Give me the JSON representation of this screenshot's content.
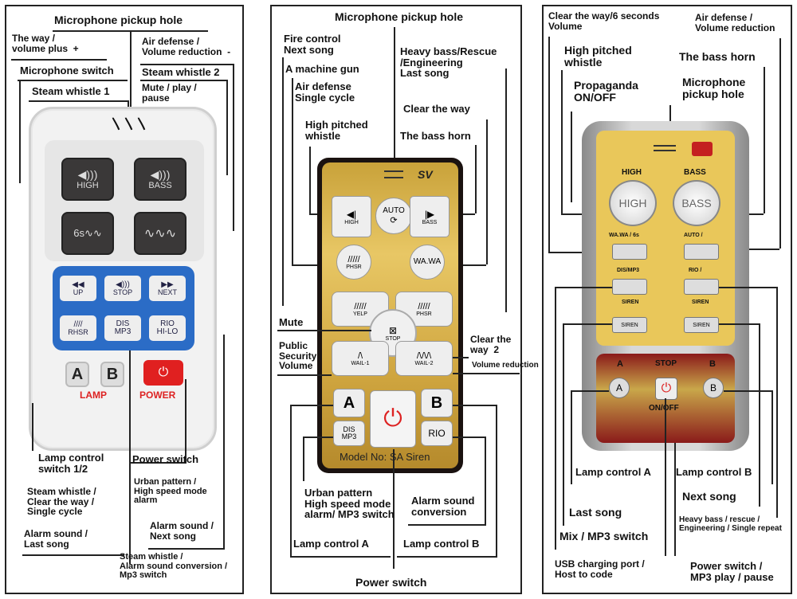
{
  "panel1": {
    "labels": {
      "mic_hole": "Microphone pickup hole",
      "way_plus": "The way /\nvolume plus  +",
      "air_def": "Air defense /\nVolume reduction  -",
      "mic_switch": "Microphone switch",
      "steam2": "Steam whistle 2",
      "steam1": "Steam whistle 1",
      "mute": "Mute / play /\npause",
      "lamp12": "Lamp control\nswitch 1/2",
      "power": "Power switch",
      "steam_clear": "Steam whistle /\nClear the way /\nSingle cycle",
      "urban": "Urban pattern /\nHigh speed mode\nalarm",
      "alarm_last": "Alarm sound /\nLast song",
      "alarm_next": "Alarm sound /\nNext song",
      "steam_conv": "Steam whistle /\nAlarm sound conversion /\nMp3 switch"
    },
    "buttons": {
      "high": "HIGH",
      "bass": "BASS",
      "six": "6s",
      "up": "UP",
      "stop": "STOP",
      "next": "NEXT",
      "rhsr": "RHSR",
      "dis": "DIS\nMP3",
      "rio": "RIO\nHI-LO",
      "a": "A",
      "b": "B",
      "lamp": "LAMP",
      "power": "POWER"
    }
  },
  "panel2": {
    "labels": {
      "mic_hole": "Microphone pickup hole",
      "fire": "Fire control\nNext song",
      "heavy": "Heavy bass/Rescue\n/Engineering\nLast song",
      "mgun": "A machine gun",
      "air": "Air defense\nSingle cycle",
      "clear": "Clear the way",
      "high": "High pitched\nwhistle",
      "bass": "The bass horn",
      "mute": "Mute",
      "public": "Public\nSecurity\nVolume",
      "clear2": "Clear the\nway  2",
      "volred": "Volume reduction",
      "urban": "Urban pattern\nHigh speed mode\nalarm/ MP3 switch",
      "alarm": "Alarm sound\nconversion",
      "lampA": "Lamp control   A",
      "lampB": "Lamp control   B",
      "power": "Power switch"
    },
    "buttons": {
      "logo": "SV",
      "high": "HIGH",
      "auto": "AUTO",
      "bass": "BASS",
      "phsr": "PHSR",
      "wawa": "WA.WA",
      "yelp": "YELP",
      "phsr2": "PHSR",
      "stop": "STOP",
      "wail1": "WAIL-1",
      "wail2": "WAIL-2",
      "a": "A",
      "b": "B",
      "dis": "DIS\nMP3",
      "rio": "RIO",
      "model": "Model No: SA Siren"
    }
  },
  "panel3": {
    "labels": {
      "clear6": "Clear the way/6 seconds\nVolume",
      "airdef": "Air defense /\nVolume reduction",
      "highp": "High pitched\nwhistle",
      "bass": "The bass horn",
      "prop": "Propaganda\nON/OFF",
      "mic": "Microphone\npickup hole",
      "lampA": "Lamp control A",
      "lampB": "Lamp control B",
      "last": "Last song",
      "next": "Next song",
      "mix": "Mix / MP3 switch",
      "heavy": "Heavy bass / rescue /\nEngineering / Single repeat",
      "usb": "USB charging port /\nHost to code",
      "power": "Power switch /\nMP3 play / pause"
    },
    "buttons": {
      "high_top": "HIGH",
      "bass_top": "BASS",
      "high": "HIGH",
      "bass": "BASS",
      "wawa": "WA.WA / 6s",
      "auto": "AUTO /",
      "dis": "DIS/MP3",
      "rio": "RIO /",
      "siren1": "SIREN",
      "siren2": "SIREN",
      "siren3": "SIREN",
      "siren4": "SIREN",
      "a_top": "A",
      "stop": "STOP",
      "b_top": "B",
      "a": "A",
      "b": "B",
      "onoff": "ON/OFF"
    }
  }
}
